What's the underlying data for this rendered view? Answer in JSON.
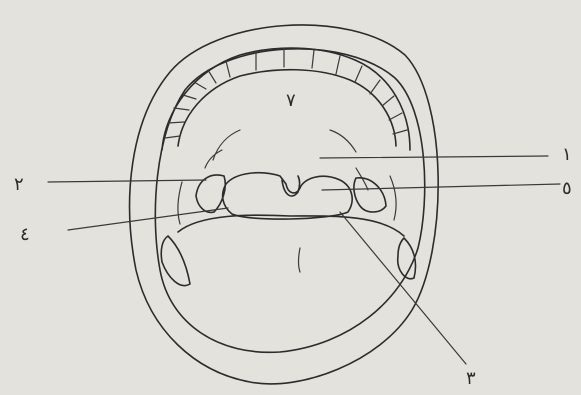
{
  "diagram": {
    "labels": {
      "label_1": "١",
      "label_2": "٢",
      "label_3": "٣",
      "label_4": "٤",
      "label_5": "٥",
      "label_7": "٧"
    }
  },
  "colors": {
    "paper": "#e4e2dc",
    "ink": "#2c2c2c",
    "shade": "#9a9a9a"
  }
}
